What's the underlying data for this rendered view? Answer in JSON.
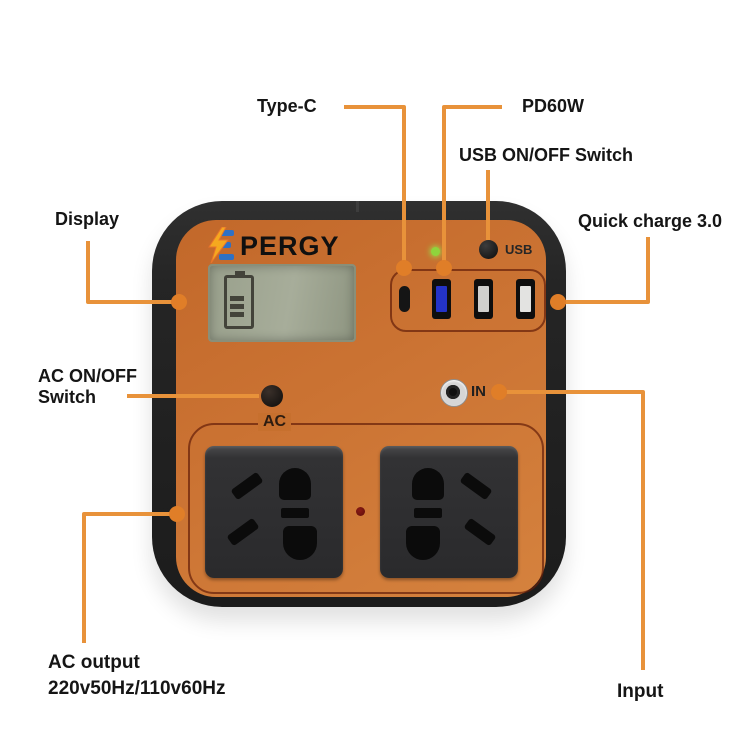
{
  "annotations": {
    "type_c": "Type-C",
    "pd60w": "PD60W",
    "usb_switch": "USB ON/OFF Switch",
    "quick_charge": "Quick charge 3.0",
    "display": "Display",
    "ac_switch": {
      "line1": "AC ON/OFF",
      "line2": "Switch"
    },
    "ac_output": {
      "line1": "AC output",
      "line2": "220v50Hz/110v60Hz"
    },
    "input": "Input"
  },
  "device": {
    "brand": "PERGY",
    "usb_button_label": "USB",
    "ac_area_label": "AC",
    "dc_input_label": "IN"
  },
  "colors": {
    "callout_line": "#E8923A",
    "callout_dot": "#E07E28",
    "label_text": "#151515",
    "body_black": "#262626",
    "panel_orange": "#C9722F",
    "lcd_green": "#9BA28D",
    "pd_port_blue": "#2433C8",
    "led_green": "#8FD43C"
  }
}
